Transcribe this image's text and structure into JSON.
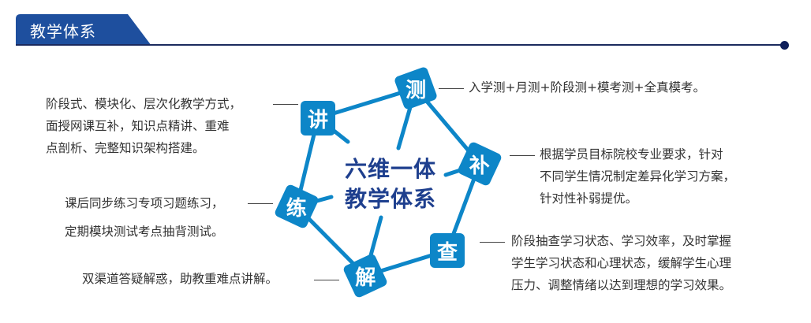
{
  "header": {
    "title": "教学体系",
    "tab_color": "#1e4f9e",
    "line_color": "#1b2a5e"
  },
  "diagram": {
    "center": {
      "line1": "六维一体",
      "line2": "教学体系",
      "color": "#1e3f8e"
    },
    "node_color": "#0d86c8",
    "nodes": [
      {
        "id": "ce",
        "label": "测",
        "description": [
          "入学测+月测+阶段测+模考测+全真模考。"
        ]
      },
      {
        "id": "bu",
        "label": "补",
        "description": [
          "根据学员目标院校专业要求，针对",
          "不同学生情况制定差异化学习方案，",
          "针对性补弱提优。"
        ]
      },
      {
        "id": "cha",
        "label": "查",
        "description": [
          "阶段抽查学习状态、学习效率，及时掌握",
          "学生学习状态和心理状态，缓解学生心理",
          "压力、调整情绪以达到理想的学习效果。"
        ]
      },
      {
        "id": "jie",
        "label": "解",
        "description": [
          "双渠道答疑解惑，助教重难点讲解。"
        ]
      },
      {
        "id": "lian",
        "label": "练",
        "description": [
          "课后同步练习专项习题练习，",
          "定期模块测试考点抽背测试。"
        ]
      },
      {
        "id": "jiang",
        "label": "讲",
        "description": [
          "阶段式、模块化、层次化教学方式，",
          "面授网课互补，知识点精讲、重难",
          "点剖析、完整知识架构搭建。"
        ]
      }
    ]
  }
}
